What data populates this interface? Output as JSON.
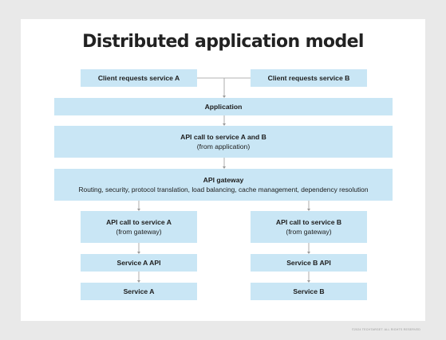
{
  "title": "Distributed application model",
  "nodes": {
    "client_a": {
      "label": "Client requests service A"
    },
    "client_b": {
      "label": "Client requests service B"
    },
    "application": {
      "label": "Application"
    },
    "api_call": {
      "label": "API call to service A and B",
      "sublabel": "(from application)"
    },
    "gateway": {
      "label": "API gateway",
      "sublabel": "Routing, security, protocol translation, load balancing, cache management, dependency resolution"
    },
    "gw_call_a": {
      "label": "API call to service A",
      "sublabel": "(from gateway)"
    },
    "gw_call_b": {
      "label": "API call to service B",
      "sublabel": "(from gateway)"
    },
    "api_a": {
      "label": "Service A API"
    },
    "api_b": {
      "label": "Service B API"
    },
    "service_a": {
      "label": "Service A"
    },
    "service_b": {
      "label": "Service B"
    }
  },
  "footer": "©2024 TECHTARGET. ALL RIGHTS RESERVED",
  "colors": {
    "box": "#c9e6f5",
    "connector": "#9a9a9a",
    "background": "#e9e9e9",
    "panel": "#ffffff"
  }
}
